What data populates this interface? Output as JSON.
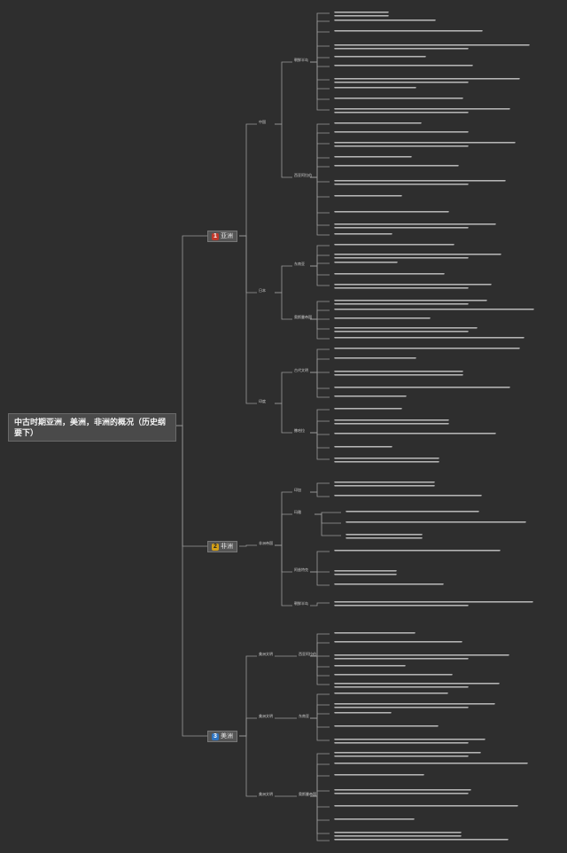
{
  "root": {
    "title": "中古时期亚洲，美洲，非洲的概况（历史纲要下）"
  },
  "regions": [
    {
      "badge": "1",
      "label": "亚洲"
    },
    {
      "badge": "2",
      "label": "非洲"
    },
    {
      "badge": "3",
      "label": "美洲"
    }
  ],
  "level2": [
    "中国",
    "日本",
    "印度",
    "非洲帝国",
    "美洲文明"
  ],
  "level3": [
    "朝鲜半岛",
    "西亚阿拉伯",
    "东南亚",
    "奥斯曼帝国",
    "古代文明",
    "撒哈拉",
    "印加",
    "玛雅",
    "阿兹特克"
  ],
  "colors": {
    "background": "#2e2e2e",
    "line": "#9a9a9a",
    "text": "#d7d7d7"
  }
}
